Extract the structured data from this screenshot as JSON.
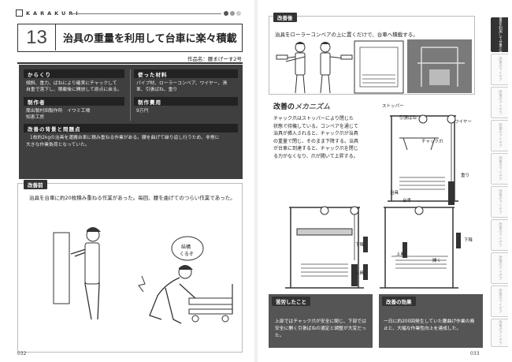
{
  "left": {
    "brand": "KARAKURI",
    "number": "13",
    "title": "治具の重量を利用して台車に楽々積載",
    "work_name": "作品名：腰まげーす2号",
    "mechanism": {
      "label": "からくり",
      "text1": "傾斜、重力、ばねにより確実にチャックして",
      "text2": "自重で落下し、積載後に開放して原点に戻る。"
    },
    "materials": {
      "label": "使った材料",
      "text1": "パイプ材、ローラーコンベア、ワイヤー、滑",
      "text2": "車、引張ばね、重り"
    },
    "maker": {
      "label": "制作者",
      "text1": "筒出製村田製作所　イワミ工場",
      "text2": "知恵工房"
    },
    "cost": {
      "label": "制作費用",
      "text": "9万円"
    },
    "background": {
      "label": "改善の背景と問題点",
      "text1": "1枚約2kgの治具を運搬台車に積み重ねる作業がある。腰を曲げて繰り返し行うため、非常に",
      "text2": "大きな作業負荷となっていた。"
    },
    "before": {
      "label": "改善前",
      "text": "治具を台車に約20枚積み重ねる作業があった。毎回、腰を曲げてのつらい作業であった。",
      "bubble1": "結構",
      "bubble2": "くるぞ"
    },
    "page_number": "032"
  },
  "right": {
    "after": {
      "label": "改善後",
      "text": "治具をローラーコンベアの上に置くだけで、台車へ積載する。"
    },
    "mech": {
      "title_prefix": "改善の",
      "title_emph": "メカニズム",
      "line1": "チャック爪はストッパーにより閉じた",
      "line2": "状態で待機している。コンベアを通じて",
      "line3": "治具が挿入されると、チャック爪が治具",
      "line4": "の重量で閉じ、そのまま下降する。治具",
      "line5": "が台車に到達すると、チャック爪を閉じ",
      "line6": "る力がなくなり、爪が開いて上昇する。"
    },
    "labels": {
      "stopper": "ストッパー",
      "spring": "引張ばね",
      "wire": "ワイヤー",
      "chuck": "チャック爪",
      "weight": "重り",
      "jig": "治具",
      "cart": "台車",
      "down1": "下降",
      "down2": "下降",
      "up1": "上昇",
      "up2": "上昇",
      "open": "開く"
    },
    "effort": {
      "label": "苦労したこと",
      "text1": "上部ではチャック爪が安全に閉じ、下部では",
      "text2": "安全に開く引張ばねの選定と調整が大変だっ",
      "text3": "た。"
    },
    "effect": {
      "label": "改善の効果",
      "text1": "一日に約200回発生していた腰曲げ作業の廃",
      "text2": "止と、大幅な作業性向上を達成した。"
    },
    "page_number": "033",
    "side_tabs": [
      "治具の重量を利用して台車に楽々積載",
      "改善のアイデア",
      "改善のアイデア",
      "改善のアイデア",
      "改善のアイデア",
      "改善のアイデア",
      "改善のアイデア",
      "改善のアイデア",
      "改善のアイデア",
      "改善のアイデア"
    ]
  },
  "colors": {
    "dark_panel": "#3f3f3f",
    "label_bg": "#222222",
    "dot1": "#555555",
    "dot2": "#999999",
    "dot3": "#cccccc"
  }
}
